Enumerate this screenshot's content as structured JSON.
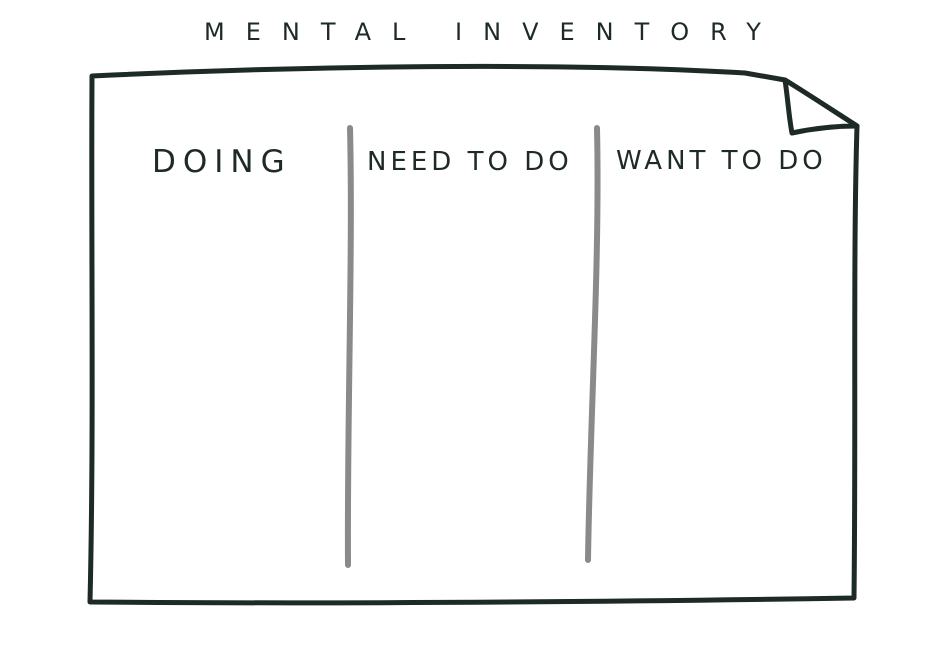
{
  "title": "MENTAL INVENTORY",
  "columns": [
    {
      "label": "DOING"
    },
    {
      "label": "NEED TO DO"
    },
    {
      "label": "WANT TO DO"
    }
  ],
  "colors": {
    "ink": "#1e2a26",
    "divider": "#8a8a8a",
    "paper": "#ffffff"
  }
}
